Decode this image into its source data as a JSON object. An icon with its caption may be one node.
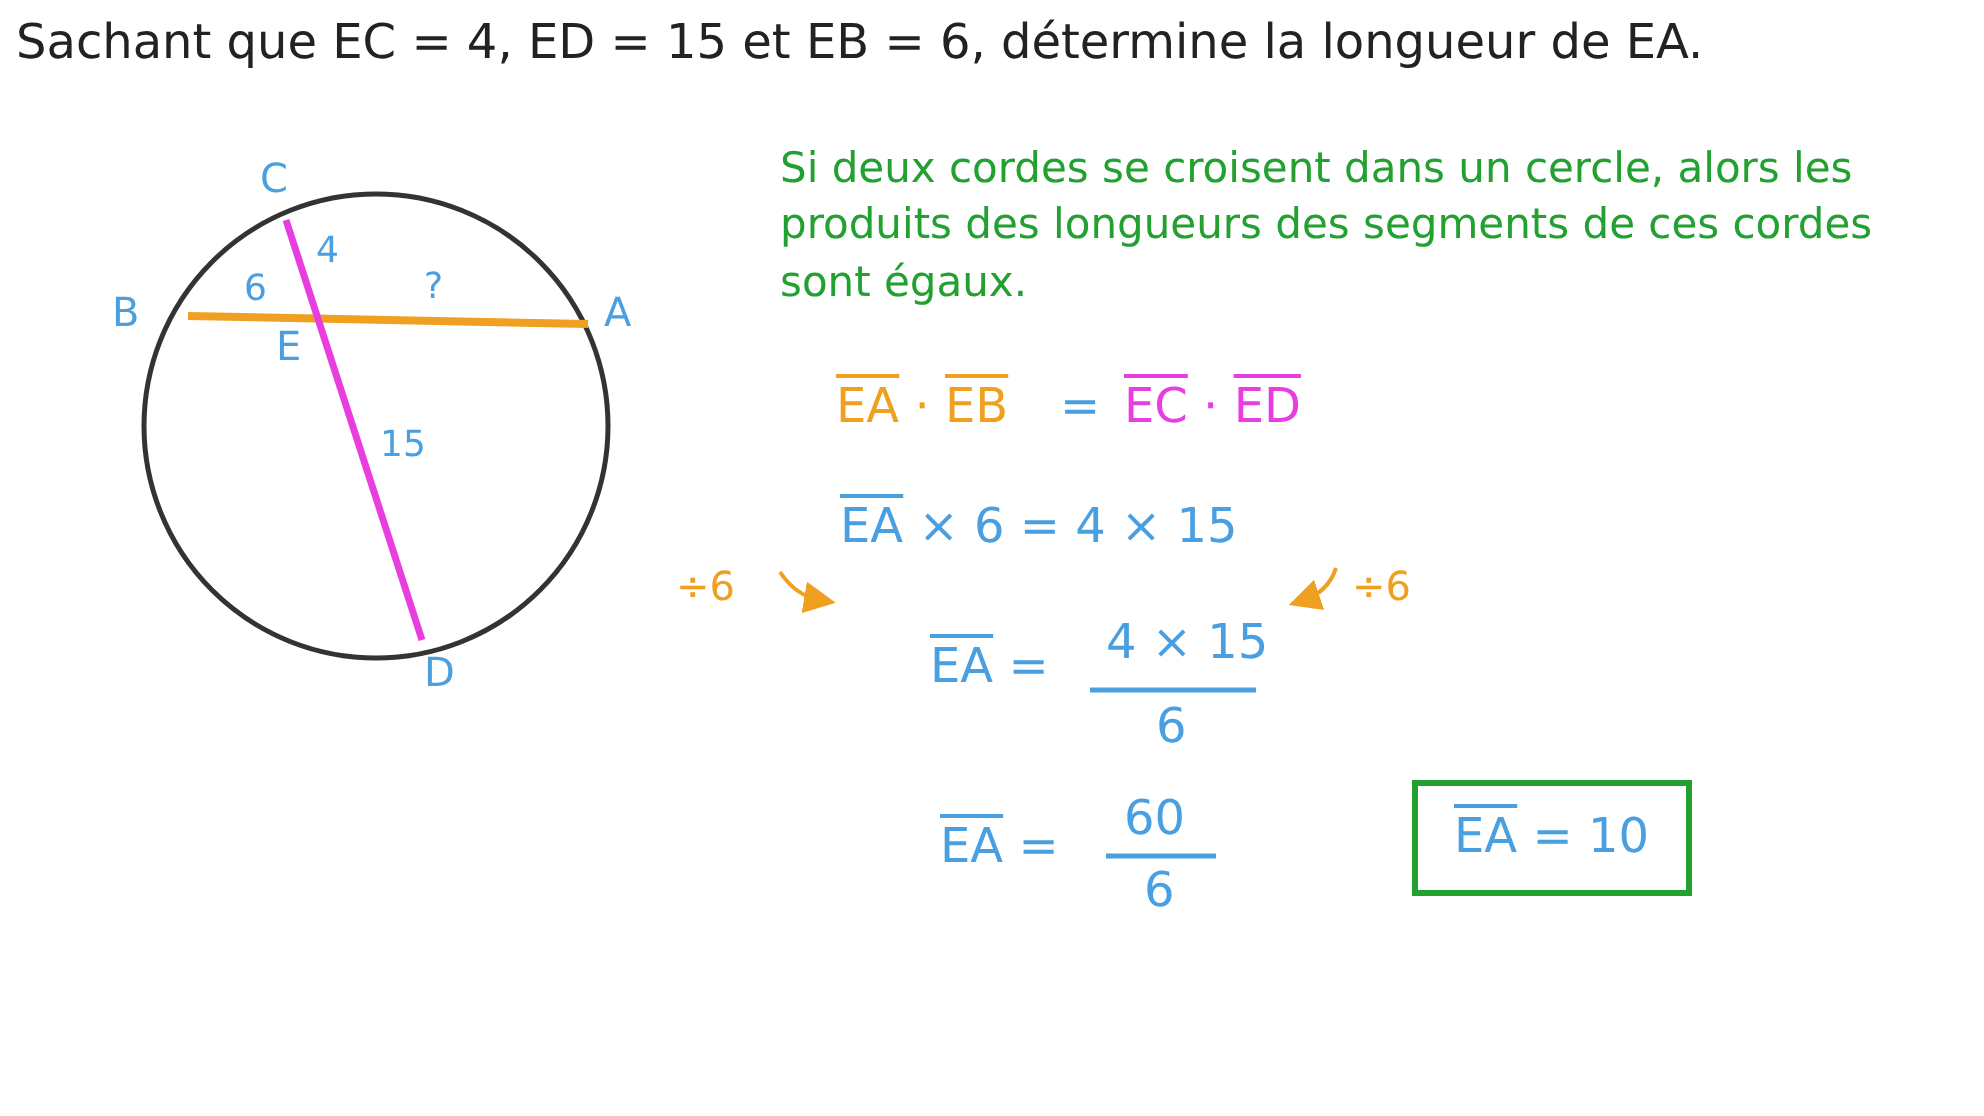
{
  "diagram": {
    "title": "Sachant que EC = 4, ED = 15 et EB = 6, détermine la longueur de EA.",
    "labels": [
      "C",
      "4",
      "B",
      "6",
      "?",
      "A",
      "E",
      "15",
      "D",
      "Si deux cordes se croisent dans un cercle, alors les produits des longueurs des segments de ces cordes sont égaux.",
      "EA · EB",
      "=",
      "EC · ED",
      "EA × 6 = 4 × 15",
      "÷6",
      "÷6",
      "EA =",
      "4 × 15",
      "6",
      "EA =",
      "60",
      "6",
      "EA = 10"
    ]
  }
}
